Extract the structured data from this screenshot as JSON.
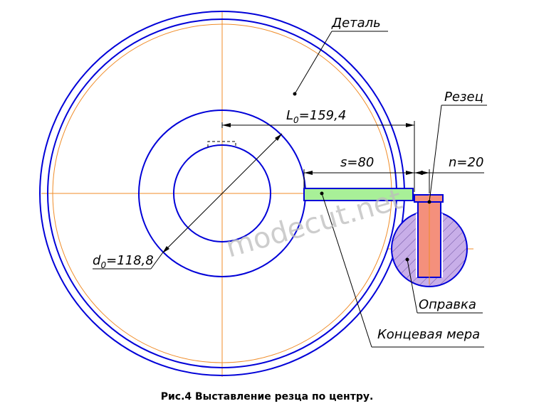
{
  "labels": {
    "part": "Деталь",
    "cutter": "Резец",
    "mandrel": "Оправка",
    "gauge_block": "Концевая мера"
  },
  "dimensions": {
    "L0": {
      "prefix": "L",
      "sub": "0",
      "value": "=159,4"
    },
    "s": {
      "text": "s=80"
    },
    "n": {
      "text": "n=20"
    },
    "d0": {
      "prefix": "d",
      "sub": "0",
      "value": "=118,8"
    }
  },
  "watermark": "modecut.net",
  "caption": "Рис.4 Выставление резца по центру.",
  "colors": {
    "outline": "#0000d8",
    "axis": "#f08c28",
    "gauge_fill": "#a8f098",
    "cutter_fill": "#f4907c",
    "mandrel_fill": "#c8aee8",
    "leader": "#000000"
  }
}
